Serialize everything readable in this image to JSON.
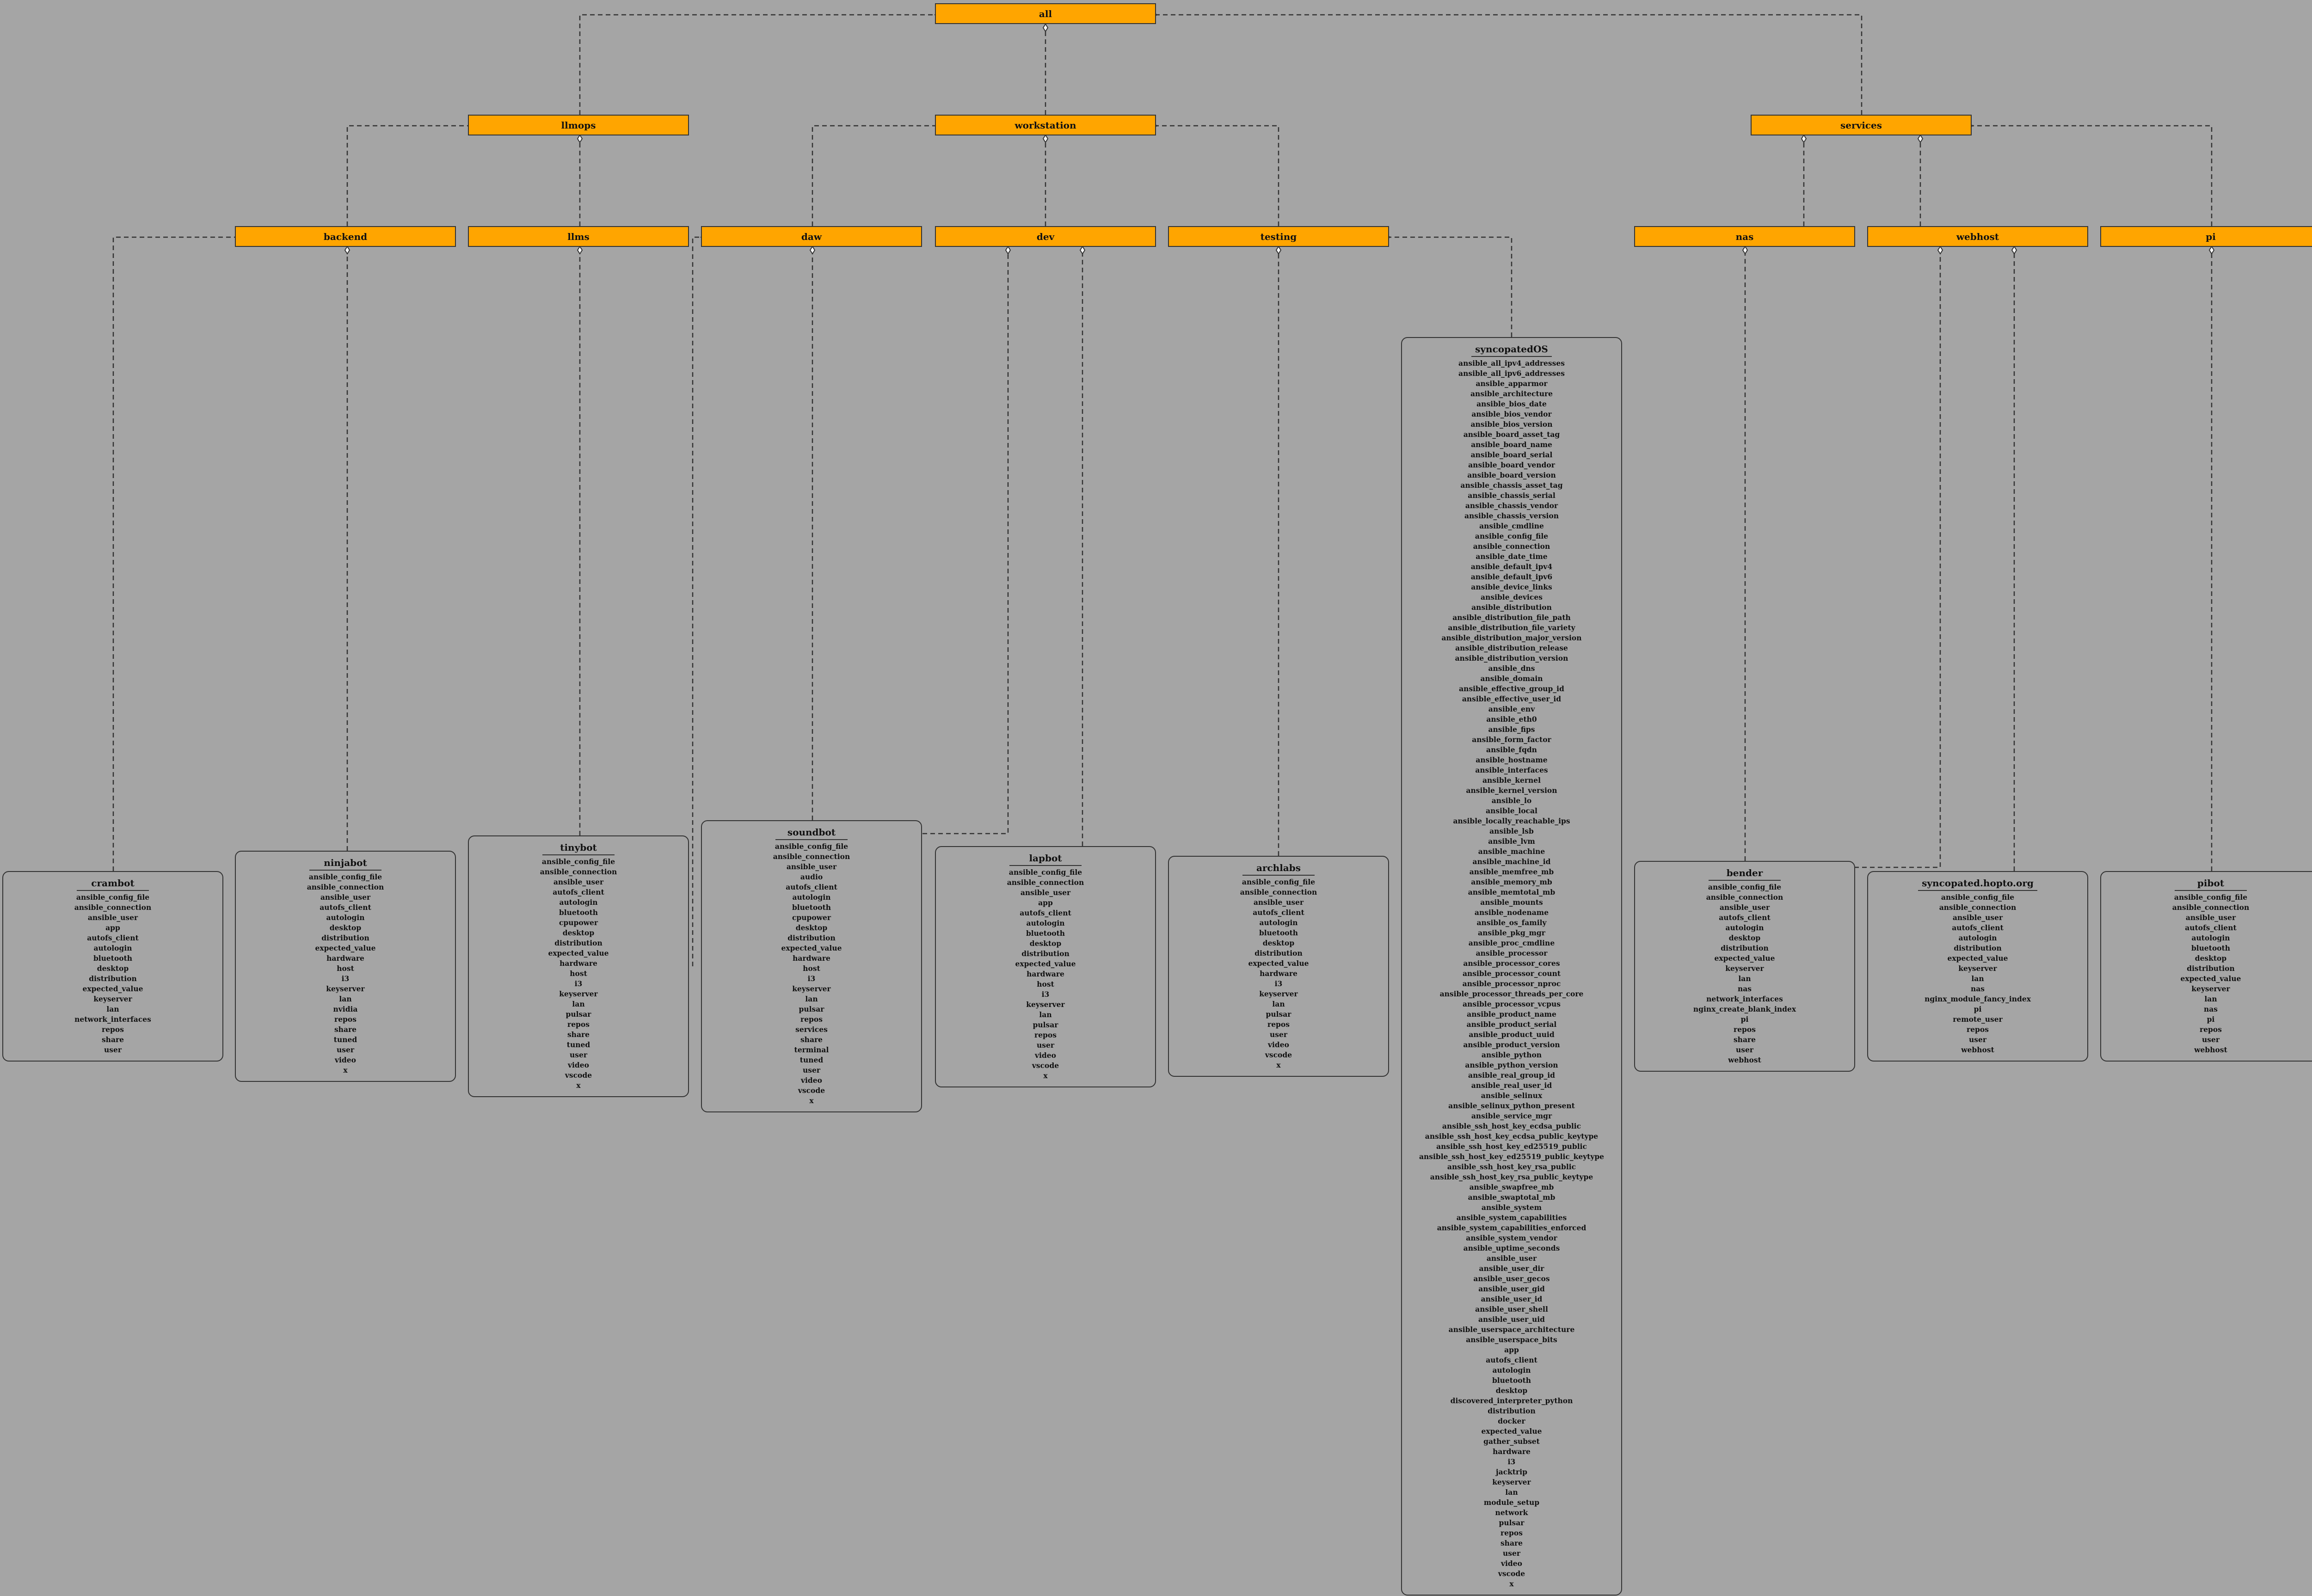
{
  "groups": {
    "all": "all",
    "llmops": "llmops",
    "workstation": "workstation",
    "services": "services",
    "backend": "backend",
    "llms": "llms",
    "daw": "daw",
    "dev": "dev",
    "testing": "testing",
    "nas": "nas",
    "webhost": "webhost",
    "pi": "pi"
  },
  "hosts": [
    {
      "name": "crambot",
      "vars": [
        "ansible_config_file",
        "ansible_connection",
        "ansible_user",
        "app",
        "autofs_client",
        "autologin",
        "bluetooth",
        "desktop",
        "distribution",
        "expected_value",
        "keyserver",
        "lan",
        "network_interfaces",
        "repos",
        "share",
        "user"
      ]
    },
    {
      "name": "ninjabot",
      "vars": [
        "ansible_config_file",
        "ansible_connection",
        "ansible_user",
        "autofs_client",
        "autologin",
        "desktop",
        "distribution",
        "expected_value",
        "hardware",
        "host",
        "i3",
        "keyserver",
        "lan",
        "nvidia",
        "repos",
        "share",
        "tuned",
        "user",
        "video",
        "x"
      ]
    },
    {
      "name": "tinybot",
      "vars": [
        "ansible_config_file",
        "ansible_connection",
        "ansible_user",
        "autofs_client",
        "autologin",
        "bluetooth",
        "cpupower",
        "desktop",
        "distribution",
        "expected_value",
        "hardware",
        "host",
        "i3",
        "keyserver",
        "lan",
        "pulsar",
        "repos",
        "share",
        "tuned",
        "user",
        "video",
        "vscode",
        "x"
      ]
    },
    {
      "name": "soundbot",
      "vars": [
        "ansible_config_file",
        "ansible_connection",
        "ansible_user",
        "audio",
        "autofs_client",
        "autologin",
        "bluetooth",
        "cpupower",
        "desktop",
        "distribution",
        "expected_value",
        "hardware",
        "host",
        "i3",
        "keyserver",
        "lan",
        "pulsar",
        "repos",
        "services",
        "share",
        "terminal",
        "tuned",
        "user",
        "video",
        "vscode",
        "x"
      ]
    },
    {
      "name": "lapbot",
      "vars": [
        "ansible_config_file",
        "ansible_connection",
        "ansible_user",
        "app",
        "autofs_client",
        "autologin",
        "bluetooth",
        "desktop",
        "distribution",
        "expected_value",
        "hardware",
        "host",
        "i3",
        "keyserver",
        "lan",
        "pulsar",
        "repos",
        "user",
        "video",
        "vscode",
        "x"
      ]
    },
    {
      "name": "archlabs",
      "vars": [
        "ansible_config_file",
        "ansible_connection",
        "ansible_user",
        "autofs_client",
        "autologin",
        "bluetooth",
        "desktop",
        "distribution",
        "expected_value",
        "hardware",
        "i3",
        "keyserver",
        "lan",
        "pulsar",
        "repos",
        "user",
        "video",
        "vscode",
        "x"
      ]
    },
    {
      "name": "syncopatedOS",
      "vars": [
        "ansible_all_ipv4_addresses",
        "ansible_all_ipv6_addresses",
        "ansible_apparmor",
        "ansible_architecture",
        "ansible_bios_date",
        "ansible_bios_vendor",
        "ansible_bios_version",
        "ansible_board_asset_tag",
        "ansible_board_name",
        "ansible_board_serial",
        "ansible_board_vendor",
        "ansible_board_version",
        "ansible_chassis_asset_tag",
        "ansible_chassis_serial",
        "ansible_chassis_vendor",
        "ansible_chassis_version",
        "ansible_cmdline",
        "ansible_config_file",
        "ansible_connection",
        "ansible_date_time",
        "ansible_default_ipv4",
        "ansible_default_ipv6",
        "ansible_device_links",
        "ansible_devices",
        "ansible_distribution",
        "ansible_distribution_file_path",
        "ansible_distribution_file_variety",
        "ansible_distribution_major_version",
        "ansible_distribution_release",
        "ansible_distribution_version",
        "ansible_dns",
        "ansible_domain",
        "ansible_effective_group_id",
        "ansible_effective_user_id",
        "ansible_env",
        "ansible_eth0",
        "ansible_fips",
        "ansible_form_factor",
        "ansible_fqdn",
        "ansible_hostname",
        "ansible_interfaces",
        "ansible_kernel",
        "ansible_kernel_version",
        "ansible_lo",
        "ansible_local",
        "ansible_locally_reachable_ips",
        "ansible_lsb",
        "ansible_lvm",
        "ansible_machine",
        "ansible_machine_id",
        "ansible_memfree_mb",
        "ansible_memory_mb",
        "ansible_memtotal_mb",
        "ansible_mounts",
        "ansible_nodename",
        "ansible_os_family",
        "ansible_pkg_mgr",
        "ansible_proc_cmdline",
        "ansible_processor",
        "ansible_processor_cores",
        "ansible_processor_count",
        "ansible_processor_nproc",
        "ansible_processor_threads_per_core",
        "ansible_processor_vcpus",
        "ansible_product_name",
        "ansible_product_serial",
        "ansible_product_uuid",
        "ansible_product_version",
        "ansible_python",
        "ansible_python_version",
        "ansible_real_group_id",
        "ansible_real_user_id",
        "ansible_selinux",
        "ansible_selinux_python_present",
        "ansible_service_mgr",
        "ansible_ssh_host_key_ecdsa_public",
        "ansible_ssh_host_key_ecdsa_public_keytype",
        "ansible_ssh_host_key_ed25519_public",
        "ansible_ssh_host_key_ed25519_public_keytype",
        "ansible_ssh_host_key_rsa_public",
        "ansible_ssh_host_key_rsa_public_keytype",
        "ansible_swapfree_mb",
        "ansible_swaptotal_mb",
        "ansible_system",
        "ansible_system_capabilities",
        "ansible_system_capabilities_enforced",
        "ansible_system_vendor",
        "ansible_uptime_seconds",
        "ansible_user",
        "ansible_user_dir",
        "ansible_user_gecos",
        "ansible_user_gid",
        "ansible_user_id",
        "ansible_user_shell",
        "ansible_user_uid",
        "ansible_userspace_architecture",
        "ansible_userspace_bits",
        "app",
        "autofs_client",
        "autologin",
        "bluetooth",
        "desktop",
        "discovered_interpreter_python",
        "distribution",
        "docker",
        "expected_value",
        "gather_subset",
        "hardware",
        "i3",
        "jacktrip",
        "keyserver",
        "lan",
        "module_setup",
        "network",
        "pulsar",
        "repos",
        "share",
        "user",
        "video",
        "vscode",
        "x"
      ]
    },
    {
      "name": "bender",
      "vars": [
        "ansible_config_file",
        "ansible_connection",
        "ansible_user",
        "autofs_client",
        "autologin",
        "desktop",
        "distribution",
        "expected_value",
        "keyserver",
        "lan",
        "nas",
        "network_interfaces",
        "nginx_create_blank_index",
        "pi",
        "repos",
        "share",
        "user",
        "webhost"
      ]
    },
    {
      "name": "syncopated.hopto.org",
      "vars": [
        "ansible_config_file",
        "ansible_connection",
        "ansible_user",
        "autofs_client",
        "autologin",
        "distribution",
        "expected_value",
        "keyserver",
        "lan",
        "nas",
        "nginx_module_fancy_index",
        "pi",
        "remote_user",
        "repos",
        "user",
        "webhost"
      ]
    },
    {
      "name": "pibot",
      "vars": [
        "ansible_config_file",
        "ansible_connection",
        "ansible_user",
        "autofs_client",
        "autologin",
        "bluetooth",
        "desktop",
        "distribution",
        "expected_value",
        "keyserver",
        "lan",
        "nas",
        "pi",
        "repos",
        "user",
        "webhost"
      ]
    }
  ]
}
